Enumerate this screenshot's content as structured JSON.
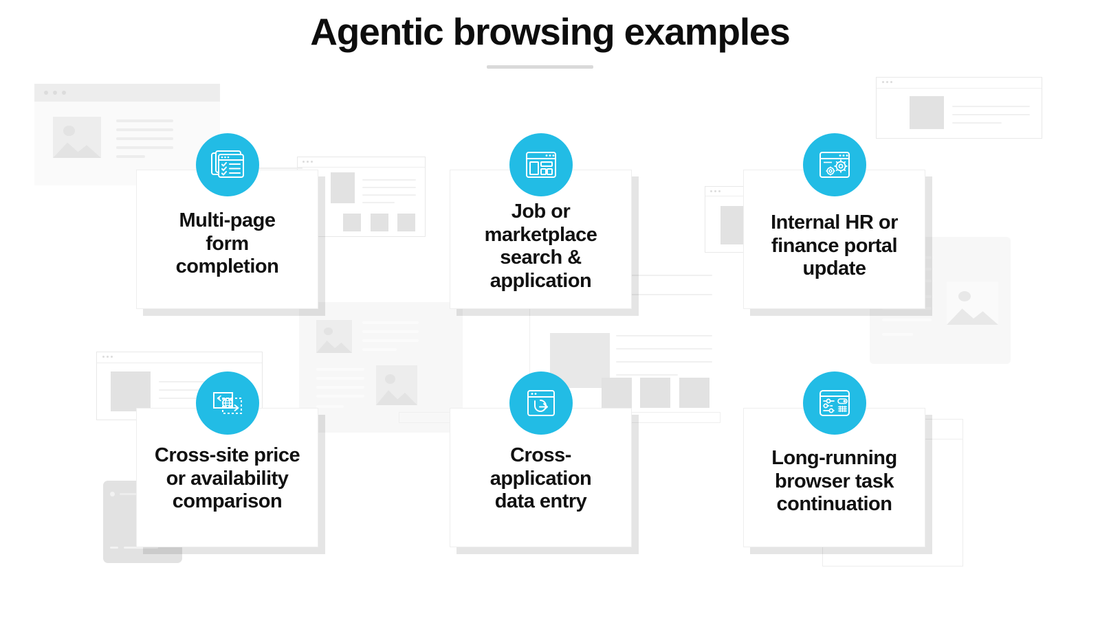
{
  "header": {
    "title": "Agentic browsing examples",
    "rule": true
  },
  "theme": {
    "accent": "#22bce5",
    "text": "#111111",
    "background": "#ffffff",
    "mockup_gray": "#ededed",
    "shadow_gray": "#d4d4d4"
  },
  "cards": [
    {
      "id": "multi-page-form-completion",
      "label": "Multi-page\nform\ncompletion",
      "icon": "browser-checklist-icon",
      "row": 1,
      "col": 1
    },
    {
      "id": "job-or-marketplace-search-application",
      "label": "Job or\nmarketplace\nsearch &\napplication",
      "icon": "browser-layout-grid-icon",
      "row": 1,
      "col": 2
    },
    {
      "id": "internal-hr-or-finance-portal-update",
      "label": "Internal HR or\nfinance portal\nupdate",
      "icon": "browser-gears-icon",
      "row": 1,
      "col": 3
    },
    {
      "id": "cross-site-price-or-availability-comparison",
      "label": "Cross-site price\nor availability\ncomparison",
      "icon": "cross-site-globe-arrows-icon",
      "row": 2,
      "col": 1
    },
    {
      "id": "cross-application-data-entry",
      "label": "Cross-\napplication\ndata entry",
      "icon": "browser-loop-arrow-icon",
      "row": 2,
      "col": 2
    },
    {
      "id": "long-running-browser-task-continuation",
      "label": "Long-running\nbrowser task\ncontinuation",
      "icon": "dashboard-sliders-icon",
      "row": 2,
      "col": 3
    }
  ],
  "background_mockups": [
    {
      "id": "browser-window-top-left",
      "kind": "browser-with-image-and-text"
    },
    {
      "id": "card-top-center-left",
      "kind": "card-with-blocks-and-thumbnails"
    },
    {
      "id": "browser-window-top-right",
      "kind": "browser-with-block-and-text"
    },
    {
      "id": "panel-mid-right",
      "kind": "browser-with-block"
    },
    {
      "id": "article-mid-center",
      "kind": "article-with-images"
    },
    {
      "id": "browser-window-bottom-left",
      "kind": "browser-with-block-and-text"
    },
    {
      "id": "device-bottom-left",
      "kind": "tablet-outline"
    },
    {
      "id": "card-mid-right",
      "kind": "card-with-text-and-image"
    },
    {
      "id": "card-bottom-right",
      "kind": "plain-card-outline"
    },
    {
      "id": "strip-bottom-center",
      "kind": "thumbnail-strip"
    }
  ]
}
